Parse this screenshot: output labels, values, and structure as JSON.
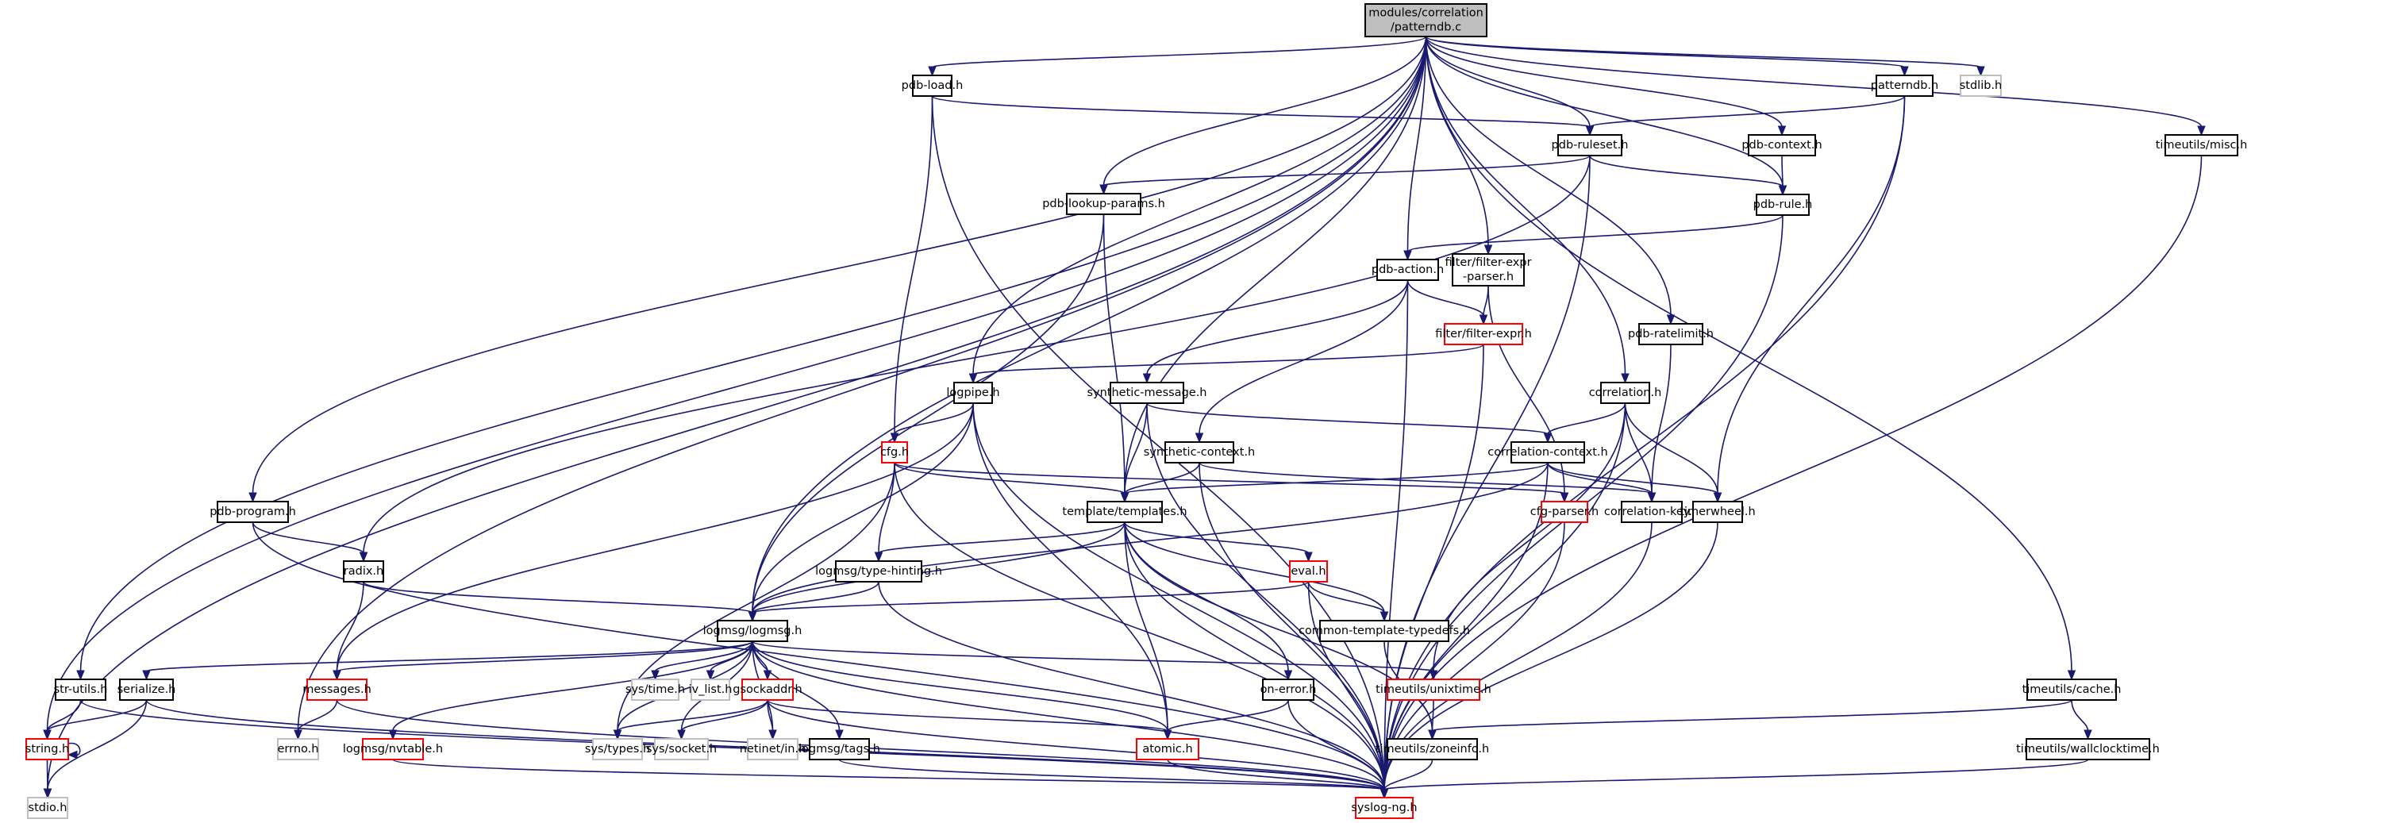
{
  "diagram": {
    "title": "modules/correlation/patterndb.c",
    "type": "include-dependency-graph",
    "colors": {
      "edge": "#191970",
      "root_fill": "#bfbfbf",
      "documented_border": "#000000",
      "truncated_border": "#ff0000",
      "external_border": "#bfbfbf"
    },
    "nodes": [
      {
        "id": "root",
        "lines": [
          "modules/correlation",
          "/patterndb.c"
        ],
        "kind": "root"
      },
      {
        "id": "pdb_load",
        "lines": [
          "pdb-load.h"
        ],
        "kind": "normal"
      },
      {
        "id": "patterndb_h",
        "lines": [
          "patterndb.h"
        ],
        "kind": "normal"
      },
      {
        "id": "stdlib",
        "lines": [
          "stdlib.h"
        ],
        "kind": "gray"
      },
      {
        "id": "pdb_ruleset",
        "lines": [
          "pdb-ruleset.h"
        ],
        "kind": "normal"
      },
      {
        "id": "pdb_context",
        "lines": [
          "pdb-context.h"
        ],
        "kind": "normal"
      },
      {
        "id": "timeutils_misc",
        "lines": [
          "timeutils/misc.h"
        ],
        "kind": "normal"
      },
      {
        "id": "pdb_lookup_params",
        "lines": [
          "pdb-lookup-params.h"
        ],
        "kind": "normal"
      },
      {
        "id": "pdb_rule",
        "lines": [
          "pdb-rule.h"
        ],
        "kind": "normal"
      },
      {
        "id": "pdb_action",
        "lines": [
          "pdb-action.h"
        ],
        "kind": "normal"
      },
      {
        "id": "filter_expr_parser",
        "lines": [
          "filter/filter-expr",
          "-parser.h"
        ],
        "kind": "normal"
      },
      {
        "id": "pdb_ratelimit",
        "lines": [
          "pdb-ratelimit.h"
        ],
        "kind": "normal"
      },
      {
        "id": "filter_expr",
        "lines": [
          "filter/filter-expr.h"
        ],
        "kind": "red"
      },
      {
        "id": "logpipe",
        "lines": [
          "logpipe.h"
        ],
        "kind": "normal"
      },
      {
        "id": "synthetic_message",
        "lines": [
          "synthetic-message.h"
        ],
        "kind": "normal"
      },
      {
        "id": "correlation_h",
        "lines": [
          "correlation.h"
        ],
        "kind": "normal"
      },
      {
        "id": "cfg",
        "lines": [
          "cfg.h"
        ],
        "kind": "red"
      },
      {
        "id": "synthetic_context",
        "lines": [
          "synthetic-context.h"
        ],
        "kind": "normal"
      },
      {
        "id": "correlation_context",
        "lines": [
          "correlation-context.h"
        ],
        "kind": "normal"
      },
      {
        "id": "pdb_program",
        "lines": [
          "pdb-program.h"
        ],
        "kind": "normal"
      },
      {
        "id": "templates",
        "lines": [
          "template/templates.h"
        ],
        "kind": "normal"
      },
      {
        "id": "cfg_parser",
        "lines": [
          "cfg-parser.h"
        ],
        "kind": "red"
      },
      {
        "id": "correlation_key",
        "lines": [
          "correlation-key.h"
        ],
        "kind": "normal"
      },
      {
        "id": "timerwheel",
        "lines": [
          "timerwheel.h"
        ],
        "kind": "normal"
      },
      {
        "id": "radix",
        "lines": [
          "radix.h"
        ],
        "kind": "normal"
      },
      {
        "id": "type_hinting",
        "lines": [
          "logmsg/type-hinting.h"
        ],
        "kind": "normal"
      },
      {
        "id": "eval",
        "lines": [
          "eval.h"
        ],
        "kind": "red"
      },
      {
        "id": "logmsg",
        "lines": [
          "logmsg/logmsg.h"
        ],
        "kind": "normal"
      },
      {
        "id": "common_template_typedefs",
        "lines": [
          "common-template-typedefs.h"
        ],
        "kind": "normal"
      },
      {
        "id": "str_utils",
        "lines": [
          "str-utils.h"
        ],
        "kind": "normal"
      },
      {
        "id": "serialize",
        "lines": [
          "serialize.h"
        ],
        "kind": "normal"
      },
      {
        "id": "messages",
        "lines": [
          "messages.h"
        ],
        "kind": "red"
      },
      {
        "id": "sys_time",
        "lines": [
          "sys/time.h"
        ],
        "kind": "gray"
      },
      {
        "id": "iv_list",
        "lines": [
          "iv_list.h"
        ],
        "kind": "gray"
      },
      {
        "id": "gsockaddr",
        "lines": [
          "gsockaddr.h"
        ],
        "kind": "red"
      },
      {
        "id": "on_error",
        "lines": [
          "on-error.h"
        ],
        "kind": "normal"
      },
      {
        "id": "unixtime",
        "lines": [
          "timeutils/unixtime.h"
        ],
        "kind": "red"
      },
      {
        "id": "timeutils_cache",
        "lines": [
          "timeutils/cache.h"
        ],
        "kind": "normal"
      },
      {
        "id": "string_h",
        "lines": [
          "string.h"
        ],
        "kind": "red"
      },
      {
        "id": "errno",
        "lines": [
          "errno.h"
        ],
        "kind": "gray"
      },
      {
        "id": "nvtable",
        "lines": [
          "logmsg/nvtable.h"
        ],
        "kind": "red"
      },
      {
        "id": "sys_types",
        "lines": [
          "sys/types.h"
        ],
        "kind": "gray"
      },
      {
        "id": "sys_socket",
        "lines": [
          "sys/socket.h"
        ],
        "kind": "gray"
      },
      {
        "id": "netinet_in",
        "lines": [
          "netinet/in.h"
        ],
        "kind": "gray"
      },
      {
        "id": "logmsg_tags",
        "lines": [
          "logmsg/tags.h"
        ],
        "kind": "normal"
      },
      {
        "id": "atomic",
        "lines": [
          "atomic.h"
        ],
        "kind": "red"
      },
      {
        "id": "zoneinfo",
        "lines": [
          "timeutils/zoneinfo.h"
        ],
        "kind": "normal"
      },
      {
        "id": "wallclocktime",
        "lines": [
          "timeutils/wallclocktime.h"
        ],
        "kind": "normal"
      },
      {
        "id": "stdio",
        "lines": [
          "stdio.h"
        ],
        "kind": "gray"
      },
      {
        "id": "syslog_ng",
        "lines": [
          "syslog-ng.h"
        ],
        "kind": "red"
      }
    ],
    "edges": [
      [
        "root",
        "pdb_load"
      ],
      [
        "root",
        "patterndb_h"
      ],
      [
        "root",
        "stdlib"
      ],
      [
        "root",
        "pdb_ruleset"
      ],
      [
        "root",
        "pdb_context"
      ],
      [
        "root",
        "timeutils_misc"
      ],
      [
        "root",
        "pdb_lookup_params"
      ],
      [
        "root",
        "pdb_rule"
      ],
      [
        "root",
        "pdb_action"
      ],
      [
        "root",
        "filter_expr_parser"
      ],
      [
        "root",
        "pdb_ratelimit"
      ],
      [
        "root",
        "logpipe"
      ],
      [
        "root",
        "correlation_h"
      ],
      [
        "root",
        "pdb_program"
      ],
      [
        "root",
        "templates"
      ],
      [
        "root",
        "logmsg"
      ],
      [
        "root",
        "str_utils"
      ],
      [
        "root",
        "string_h"
      ],
      [
        "root",
        "errno"
      ],
      [
        "root",
        "stdio"
      ],
      [
        "root",
        "timeutils_cache"
      ],
      [
        "pdb_load",
        "pdb_ruleset"
      ],
      [
        "pdb_load",
        "cfg"
      ],
      [
        "pdb_load",
        "syslog_ng"
      ],
      [
        "patterndb_h",
        "pdb_ruleset"
      ],
      [
        "patterndb_h",
        "timerwheel"
      ],
      [
        "patterndb_h",
        "syslog_ng"
      ],
      [
        "pdb_ruleset",
        "pdb_lookup_params"
      ],
      [
        "pdb_ruleset",
        "pdb_rule"
      ],
      [
        "pdb_ruleset",
        "radix"
      ],
      [
        "pdb_ruleset",
        "syslog_ng"
      ],
      [
        "pdb_context",
        "pdb_rule"
      ],
      [
        "timeutils_misc",
        "syslog_ng"
      ],
      [
        "pdb_lookup_params",
        "templates"
      ],
      [
        "pdb_lookup_params",
        "logmsg"
      ],
      [
        "pdb_rule",
        "pdb_action"
      ],
      [
        "pdb_rule",
        "syslog_ng"
      ],
      [
        "pdb_action",
        "filter_expr"
      ],
      [
        "pdb_action",
        "synthetic_message"
      ],
      [
        "pdb_action",
        "synthetic_context"
      ],
      [
        "pdb_action",
        "syslog_ng"
      ],
      [
        "filter_expr_parser",
        "filter_expr"
      ],
      [
        "filter_expr_parser",
        "cfg_parser"
      ],
      [
        "pdb_ratelimit",
        "correlation_key"
      ],
      [
        "filter_expr",
        "logpipe"
      ],
      [
        "filter_expr",
        "syslog_ng"
      ],
      [
        "logpipe",
        "cfg"
      ],
      [
        "logpipe",
        "logmsg"
      ],
      [
        "logpipe",
        "messages"
      ],
      [
        "logpipe",
        "atomic"
      ],
      [
        "logpipe",
        "syslog_ng"
      ],
      [
        "synthetic_message",
        "templates"
      ],
      [
        "synthetic_message",
        "correlation_context"
      ],
      [
        "synthetic_message",
        "syslog_ng"
      ],
      [
        "correlation_h",
        "correlation_context"
      ],
      [
        "correlation_h",
        "correlation_key"
      ],
      [
        "correlation_h",
        "timerwheel"
      ],
      [
        "correlation_h",
        "unixtime"
      ],
      [
        "correlation_h",
        "syslog_ng"
      ],
      [
        "cfg",
        "templates"
      ],
      [
        "cfg",
        "cfg_parser"
      ],
      [
        "cfg",
        "type_hinting"
      ],
      [
        "cfg",
        "sys_types"
      ],
      [
        "cfg",
        "syslog_ng"
      ],
      [
        "synthetic_context",
        "templates"
      ],
      [
        "synthetic_context",
        "correlation_key"
      ],
      [
        "synthetic_context",
        "syslog_ng"
      ],
      [
        "correlation_context",
        "templates"
      ],
      [
        "correlation_context",
        "correlation_key"
      ],
      [
        "correlation_context",
        "timerwheel"
      ],
      [
        "correlation_context",
        "logmsg"
      ],
      [
        "correlation_context",
        "syslog_ng"
      ],
      [
        "pdb_program",
        "radix"
      ],
      [
        "pdb_program",
        "syslog_ng"
      ],
      [
        "templates",
        "type_hinting"
      ],
      [
        "templates",
        "eval"
      ],
      [
        "templates",
        "common_template_typedefs"
      ],
      [
        "templates",
        "logmsg"
      ],
      [
        "templates",
        "on_error"
      ],
      [
        "templates",
        "atomic"
      ],
      [
        "templates",
        "zoneinfo"
      ],
      [
        "templates",
        "syslog_ng"
      ],
      [
        "cfg_parser",
        "syslog_ng"
      ],
      [
        "correlation_key",
        "syslog_ng"
      ],
      [
        "timerwheel",
        "syslog_ng"
      ],
      [
        "radix",
        "logmsg"
      ],
      [
        "radix",
        "messages"
      ],
      [
        "type_hinting",
        "logmsg"
      ],
      [
        "type_hinting",
        "syslog_ng"
      ],
      [
        "eval",
        "common_template_typedefs"
      ],
      [
        "eval",
        "logmsg"
      ],
      [
        "eval",
        "syslog_ng"
      ],
      [
        "logmsg",
        "serialize"
      ],
      [
        "logmsg",
        "messages"
      ],
      [
        "logmsg",
        "sys_time"
      ],
      [
        "logmsg",
        "iv_list"
      ],
      [
        "logmsg",
        "gsockaddr"
      ],
      [
        "logmsg",
        "nvtable"
      ],
      [
        "logmsg",
        "sys_types"
      ],
      [
        "logmsg",
        "sys_socket"
      ],
      [
        "logmsg",
        "netinet_in"
      ],
      [
        "logmsg",
        "logmsg_tags"
      ],
      [
        "logmsg",
        "atomic"
      ],
      [
        "logmsg",
        "unixtime"
      ],
      [
        "logmsg",
        "syslog_ng"
      ],
      [
        "common_template_typedefs",
        "zoneinfo"
      ],
      [
        "str_utils",
        "string_h"
      ],
      [
        "str_utils",
        "syslog_ng"
      ],
      [
        "serialize",
        "string_h"
      ],
      [
        "serialize",
        "stdio"
      ],
      [
        "serialize",
        "syslog_ng"
      ],
      [
        "messages",
        "errno"
      ],
      [
        "messages",
        "syslog_ng"
      ],
      [
        "gsockaddr",
        "sys_types"
      ],
      [
        "gsockaddr",
        "sys_socket"
      ],
      [
        "gsockaddr",
        "netinet_in"
      ],
      [
        "gsockaddr",
        "atomic"
      ],
      [
        "gsockaddr",
        "syslog_ng"
      ],
      [
        "on_error",
        "atomic"
      ],
      [
        "on_error",
        "syslog_ng"
      ],
      [
        "unixtime",
        "zoneinfo"
      ],
      [
        "timeutils_cache",
        "wallclocktime"
      ],
      [
        "timeutils_cache",
        "zoneinfo"
      ],
      [
        "string_h",
        "string_h"
      ],
      [
        "string_h",
        "stdio"
      ],
      [
        "nvtable",
        "syslog_ng"
      ],
      [
        "logmsg_tags",
        "syslog_ng"
      ],
      [
        "atomic",
        "syslog_ng"
      ],
      [
        "zoneinfo",
        "syslog_ng"
      ],
      [
        "wallclocktime",
        "syslog_ng"
      ]
    ]
  }
}
